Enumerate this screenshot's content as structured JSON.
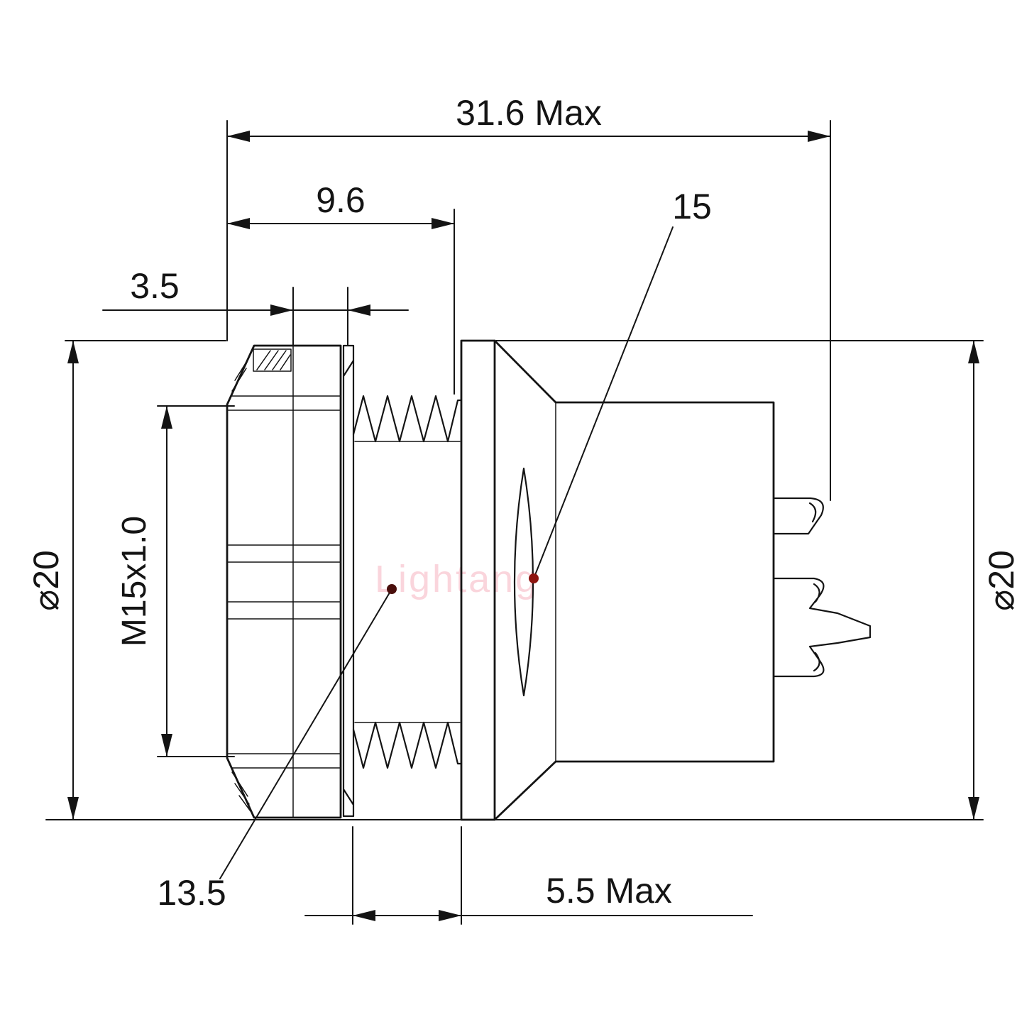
{
  "watermark": "Lightang",
  "dimensions": {
    "overall_length": "31.6 Max",
    "front_length": "9.6",
    "nut_thickness": "3.5",
    "insert_diameter": "15",
    "diameter_left": "⌀20",
    "diameter_right": "⌀20",
    "thread_spec": "M15x1.0",
    "thread_length": "13.5",
    "panel_max": "5.5 Max"
  },
  "colors": {
    "line": "#141414",
    "dot_dark": "#4a0f0c",
    "dot_red": "#8e1410",
    "watermark": "#f6b3c0"
  }
}
